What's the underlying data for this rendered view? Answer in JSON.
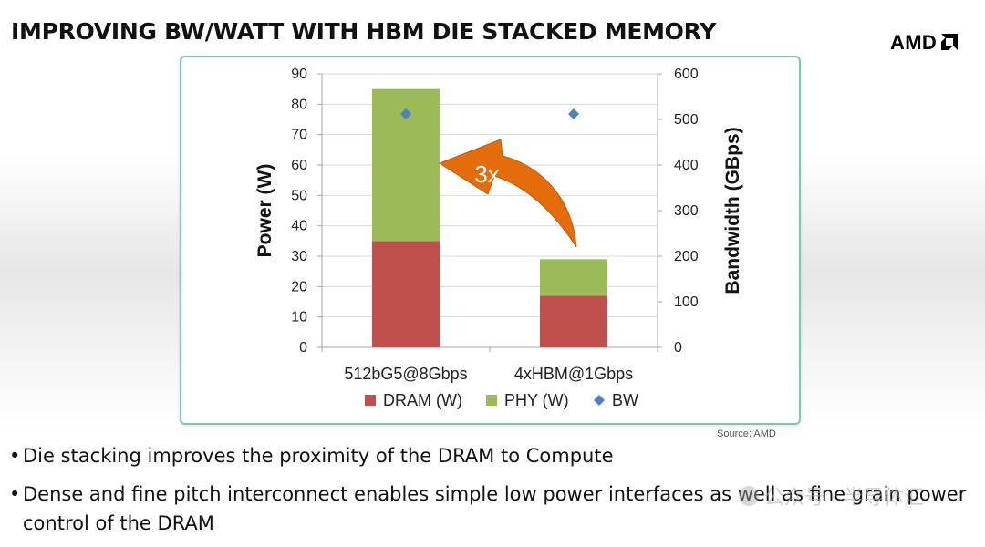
{
  "slide": {
    "title": "IMPROVING BW/WATT WITH HBM DIE STACKED MEMORY",
    "logo": "AMD",
    "source": "Source: AMD",
    "bullets": [
      "Die  stacking improves the proximity of the DRAM to Compute",
      "Dense and fine pitch interconnect enables simple low power interfaces as well as fine grain power control of the DRAM"
    ],
    "watermark": "公众号 · 半导体汇"
  },
  "colors": {
    "dram": "#c0504d",
    "phy": "#9bbb59",
    "bw": "#4f81bd",
    "arrow": "#e46c0a",
    "panel_border": "#7cc9ab"
  },
  "chart_data": {
    "type": "bar",
    "stacked": true,
    "categories": [
      "512bG5@8Gbps",
      "4xHBM@1Gbps"
    ],
    "series": [
      {
        "name": "DRAM (W)",
        "axis": "left",
        "values": [
          35,
          17
        ]
      },
      {
        "name": "PHY (W)",
        "axis": "left",
        "values": [
          50,
          12
        ]
      },
      {
        "name": "BW",
        "axis": "right",
        "kind": "scatter",
        "values": [
          512,
          512
        ]
      }
    ],
    "ylabel": "Power (W)",
    "y2label": "Bandwidth (GBps)",
    "ylim": [
      0,
      90
    ],
    "y2lim": [
      0,
      600
    ],
    "yticks": [
      0,
      10,
      20,
      30,
      40,
      50,
      60,
      70,
      80,
      90
    ],
    "y2ticks": [
      0,
      100,
      200,
      300,
      400,
      500,
      600
    ],
    "legend": [
      "DRAM (W)",
      "PHY (W)",
      "BW"
    ],
    "legend_position": "bottom",
    "annotation": "3x",
    "grid": true
  }
}
